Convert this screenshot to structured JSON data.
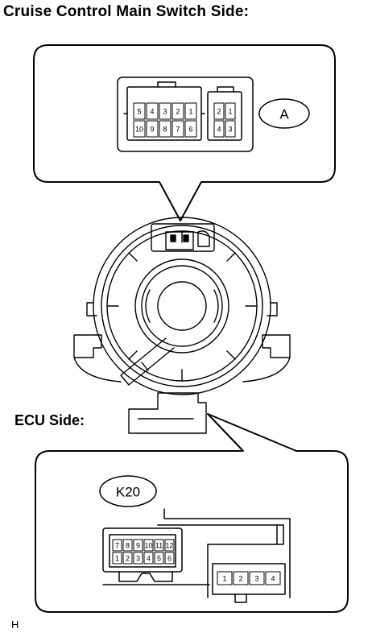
{
  "title": "Cruise Control Main Switch Side:",
  "ecu_heading": "ECU Side:",
  "figure_code": "H",
  "connector_a": {
    "label": "A",
    "main_block": {
      "top_row": [
        "5",
        "4",
        "3",
        "2",
        "1"
      ],
      "bottom_row": [
        "10",
        "9",
        "8",
        "7",
        "6"
      ]
    },
    "small_block": {
      "top_row": [
        "2",
        "1"
      ],
      "bottom_row": [
        "4",
        "3"
      ]
    }
  },
  "connector_k20": {
    "label": "K20",
    "main_block": {
      "top_row": [
        "7",
        "8",
        "9",
        "10",
        "11",
        "12"
      ],
      "bottom_row": [
        "1",
        "2",
        "3",
        "4",
        "5",
        "6"
      ]
    },
    "small_block": {
      "pins": [
        "1",
        "2",
        "3",
        "4"
      ]
    }
  }
}
